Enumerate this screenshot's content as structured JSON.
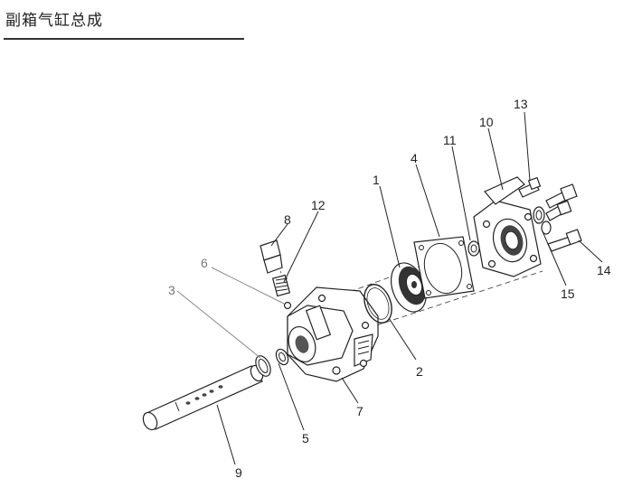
{
  "page": {
    "title": "副箱气缸总成"
  },
  "diagram": {
    "callouts": [
      {
        "id": "1",
        "label": "1"
      },
      {
        "id": "2",
        "label": "2"
      },
      {
        "id": "3",
        "label": "3"
      },
      {
        "id": "4",
        "label": "4"
      },
      {
        "id": "5",
        "label": "5"
      },
      {
        "id": "6",
        "label": "6"
      },
      {
        "id": "7",
        "label": "7"
      },
      {
        "id": "8",
        "label": "8"
      },
      {
        "id": "9",
        "label": "9"
      },
      {
        "id": "10",
        "label": "10"
      },
      {
        "id": "11",
        "label": "11"
      },
      {
        "id": "12",
        "label": "12"
      },
      {
        "id": "13",
        "label": "13"
      },
      {
        "id": "14",
        "label": "14"
      },
      {
        "id": "15",
        "label": "15"
      }
    ]
  }
}
